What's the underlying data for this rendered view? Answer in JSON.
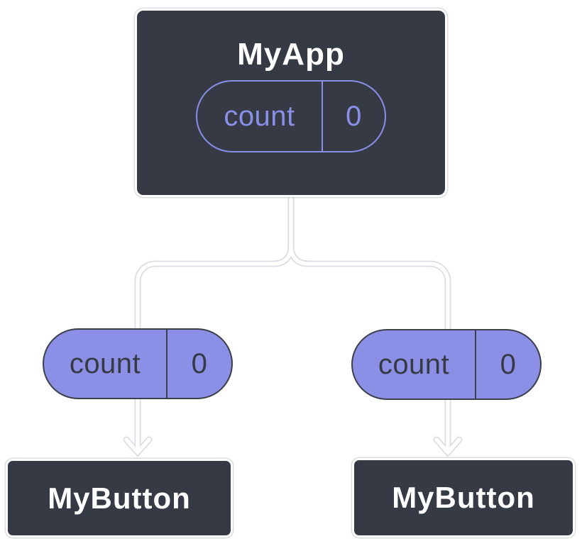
{
  "diagram": {
    "root": {
      "title": "MyApp",
      "state": {
        "name": "count",
        "value": "0"
      }
    },
    "left_child": {
      "title": "MyButton",
      "state": {
        "name": "count",
        "value": "0"
      }
    },
    "right_child": {
      "title": "MyButton",
      "state": {
        "name": "count",
        "value": "0"
      }
    }
  },
  "colors": {
    "node_fill": "#353A45",
    "node_border": "#FFFFFF",
    "node_text": "#FFFFFF",
    "state_purple": "#8A90E8",
    "state_fill": "#8B90E6",
    "state_stroke_dark": "#3A3F4A",
    "state_text_dark": "#353A45",
    "connector": "#FFFFFF"
  }
}
